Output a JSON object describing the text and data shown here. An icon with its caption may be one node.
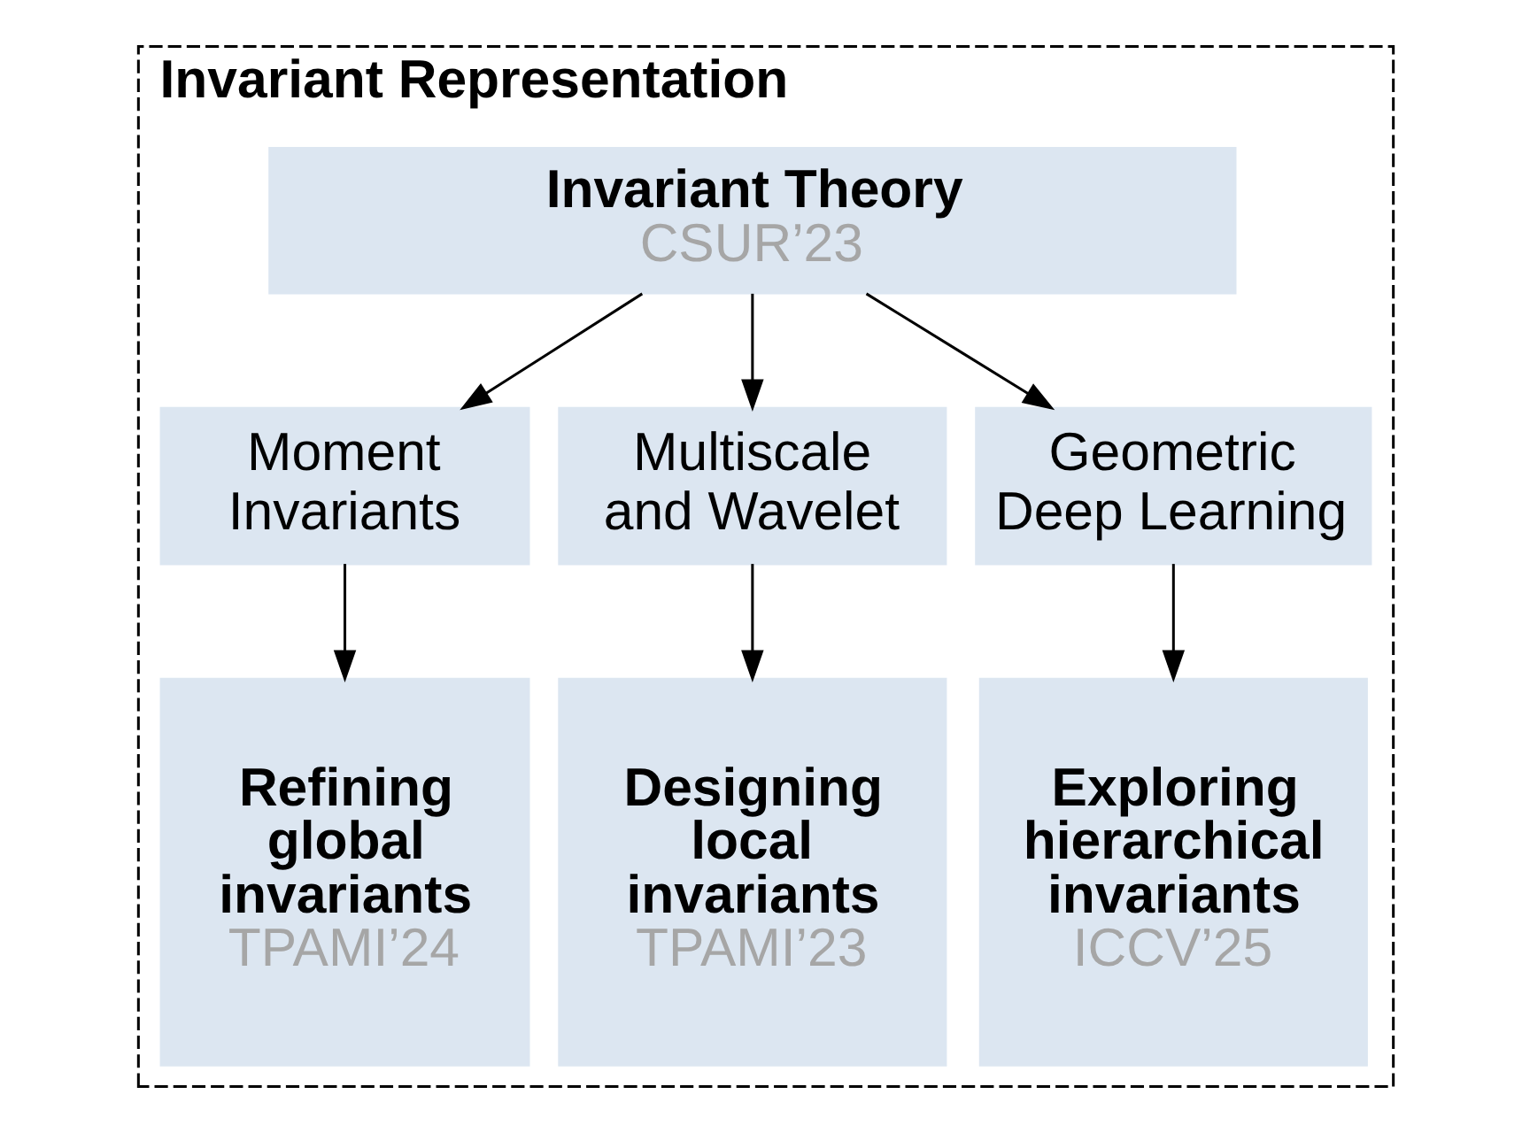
{
  "diagram": {
    "nodes": [
      {
        "text": [
          "Invariant Representation"
        ]
      },
      {
        "text": [
          "Invariant Theory",
          "CSUR’23"
        ],
        "in": 0
      },
      {
        "text": [
          "Moment Invariants"
        ],
        "in": 0
      },
      {
        "text": [
          "Multiscale and Wavelet"
        ],
        "in": 0
      },
      {
        "text": [
          "Geometric Deep Learning"
        ],
        "in": 0
      },
      {
        "text": [
          "Refining global invariants",
          "TPAMI’24"
        ],
        "in": 0
      },
      {
        "text": [
          "Designing local invariants",
          "TPAMI’23"
        ],
        "in": 0
      },
      {
        "text": [
          "Exploring hierarchical invariants",
          "ICCV’25"
        ],
        "in": 0
      }
    ],
    "edges": [
      {
        "from": 1,
        "to": 2,
        "arrow": "to"
      },
      {
        "from": 1,
        "to": 3,
        "arrow": "to"
      },
      {
        "from": 1,
        "to": 4,
        "arrow": "to"
      },
      {
        "from": 2,
        "to": 5,
        "arrow": "to"
      },
      {
        "from": 3,
        "to": 6,
        "arrow": "to"
      },
      {
        "from": 4,
        "to": 7,
        "arrow": "to"
      }
    ]
  }
}
